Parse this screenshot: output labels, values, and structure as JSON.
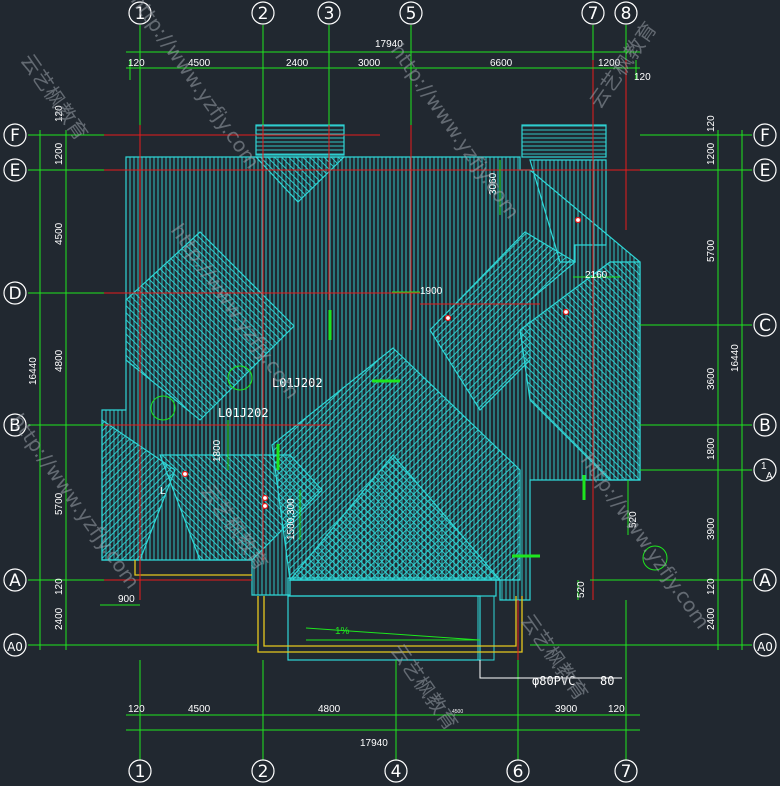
{
  "axes_top": [
    "1",
    "2",
    "3",
    "5",
    "7",
    "8"
  ],
  "axes_bottom": [
    "1",
    "2",
    "4",
    "6",
    "7"
  ],
  "axes_left": [
    "F",
    "E",
    "D",
    "B",
    "A",
    "A0"
  ],
  "axes_right": [
    "F",
    "E",
    "C",
    "B",
    "1/A",
    "A",
    "A0"
  ],
  "axis_right_sub": {
    "num": "1",
    "den": "A"
  },
  "dims_top_total": "17940",
  "dims_top": [
    "120",
    "4500",
    "2400",
    "3000",
    "6600",
    "1200",
    "120"
  ],
  "dims_bottom_total": "17940",
  "dims_bottom": [
    "120",
    "4500",
    "4800",
    "3900",
    "120"
  ],
  "dims_left_total": "16440",
  "dims_left": [
    "120",
    "1200",
    "4500",
    "4800",
    "5700",
    "120",
    "2400"
  ],
  "dims_right_total": "16440",
  "dims_right": [
    "120",
    "1200",
    "5700",
    "3600",
    "1800",
    "3900",
    "120",
    "2400"
  ],
  "inner_dims": {
    "d3060": "3060",
    "d1900": "1900",
    "d2160": "2160",
    "d1800": "1800",
    "d1500": "1500,300",
    "d520a": "520",
    "d520b": "520",
    "d900": "900"
  },
  "labels": {
    "l01_a": "L01J202",
    "l01_b": "L01J202",
    "pipe": "φ80PVC",
    "pipe_n": "80",
    "slope": "1%",
    "l_mark": "L",
    "tiny": "4500"
  },
  "watermarks": [
    "http://www.yzfjy.com",
    "云艺枫教育",
    "http://www.yzfjy.com",
    "云艺枫教育",
    "http://www.yzfjy.com",
    "云艺枫教育",
    "http://www.yzfjy.com",
    "云艺枫教育",
    "云艺枫教育",
    "http://www.yzfjy.com"
  ],
  "colors": {
    "bg": "#212830",
    "grid": "#e81c1c",
    "dim": "#1ee61e",
    "roof": "#2fd6d6",
    "eave": "#e6c81e",
    "text": "#ffffff"
  }
}
